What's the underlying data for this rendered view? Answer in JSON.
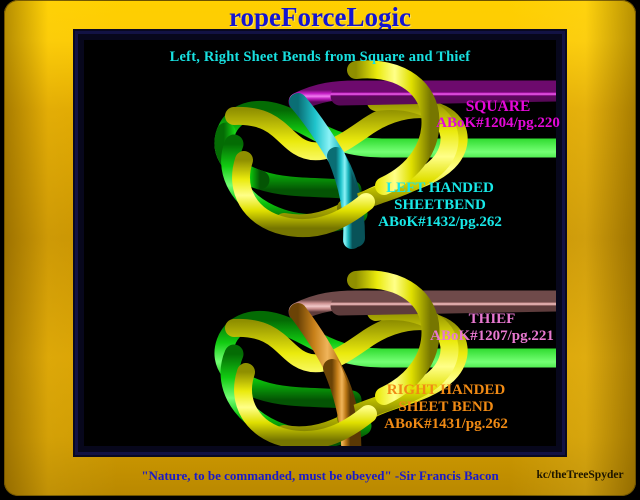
{
  "poster": {
    "title": "ropeForceLogic",
    "subtitle": "Left, Right Sheet Bends from Square and Thief",
    "quote": "\"Nature, to be commanded, must be obeyed\" -Sir Francis Bacon",
    "credit": "kc/theTreeSpyder"
  },
  "colors": {
    "frame_gold": "#d9a203",
    "stage_black": "#000000",
    "inner_border_blue": "#121244",
    "title_blue": "#1414d0",
    "subtitle_cyan": "#18e0e0",
    "rope_yellow": "#e8e800",
    "rope_green": "#00d800",
    "rope_magenta": "#c81ec8",
    "rope_cyan": "#20d0d8",
    "rope_pink": "#d89898",
    "rope_orange": "#cc8820",
    "quote_blue": "#1a1ac8",
    "credit_dark": "#1d1500"
  },
  "labels": [
    {
      "id": "square",
      "color": "#e408d8",
      "lines": [
        "SQUARE",
        "ABoK#1204/pg.220"
      ]
    },
    {
      "id": "left-handed-sheetbend",
      "color": "#18e8e8",
      "lines": [
        "LEFT HANDED",
        "SHEETBEND",
        "ABoK#1432/pg.262"
      ]
    },
    {
      "id": "thief",
      "color": "#e878d0",
      "lines": [
        "THIEF",
        "ABoK#1207/pg.221"
      ]
    },
    {
      "id": "right-handed-sheet-bend",
      "color": "#f08a14",
      "lines": [
        "RIGHT HANDED",
        "SHEET BEND",
        "ABoK#1431/pg.262"
      ]
    }
  ],
  "diagrams": [
    {
      "id": "upper-knot",
      "name": "square-and-left-handed-sheetbend",
      "ropes": [
        "yellow",
        "green",
        "magenta",
        "cyan"
      ]
    },
    {
      "id": "lower-knot",
      "name": "thief-and-right-handed-sheet-bend",
      "ropes": [
        "yellow",
        "green",
        "pink",
        "orange"
      ]
    }
  ]
}
